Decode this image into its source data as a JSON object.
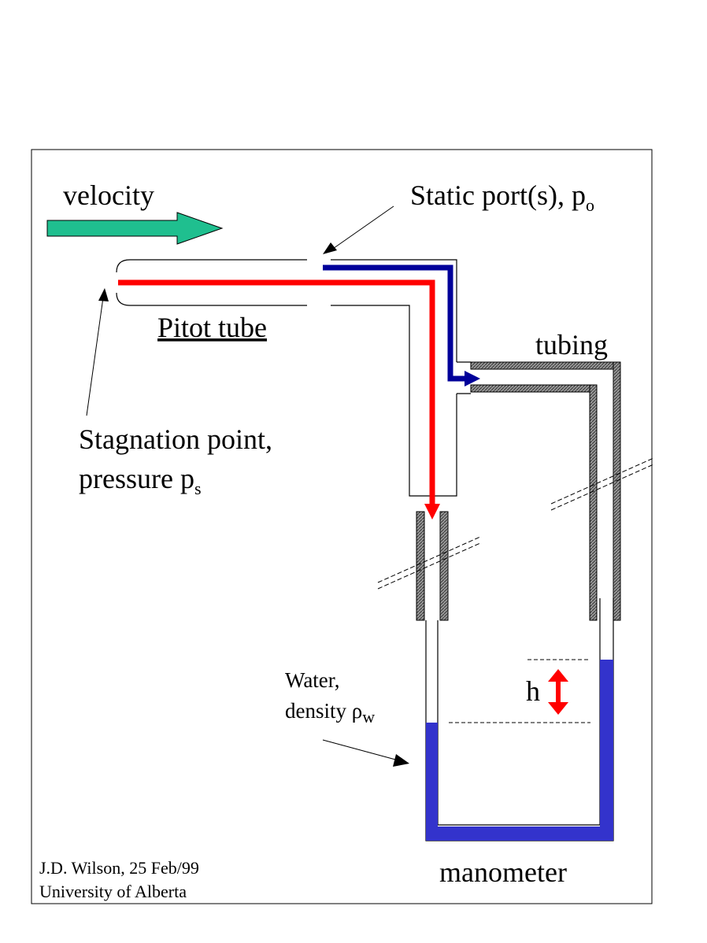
{
  "labels": {
    "velocity": "velocity",
    "static_port": "Static port(s), p",
    "static_port_sub": "o",
    "pitot_tube": "Pitot tube",
    "tubing": "tubing",
    "stagnation_line1": "Stagnation point,",
    "stagnation_line2": "pressure p",
    "stagnation_sub": "s",
    "water_line1": "Water,",
    "water_line2": "density ",
    "water_rho": "ρ",
    "water_sub": "w",
    "height": "h",
    "manometer": "manometer",
    "credit_line1": "J.D. Wilson, 25 Feb/99",
    "credit_line2": "University of Alberta"
  },
  "colors": {
    "velocity_arrow": "#1fbf8f",
    "static_line": "#00009a",
    "stagnation_line": "#ff0000",
    "water": "#3333cc",
    "tubing_hatch": "#555555",
    "outline": "#000000"
  },
  "icons": {
    "velocity": "flow-arrow-icon",
    "height": "double-arrow-icon"
  }
}
